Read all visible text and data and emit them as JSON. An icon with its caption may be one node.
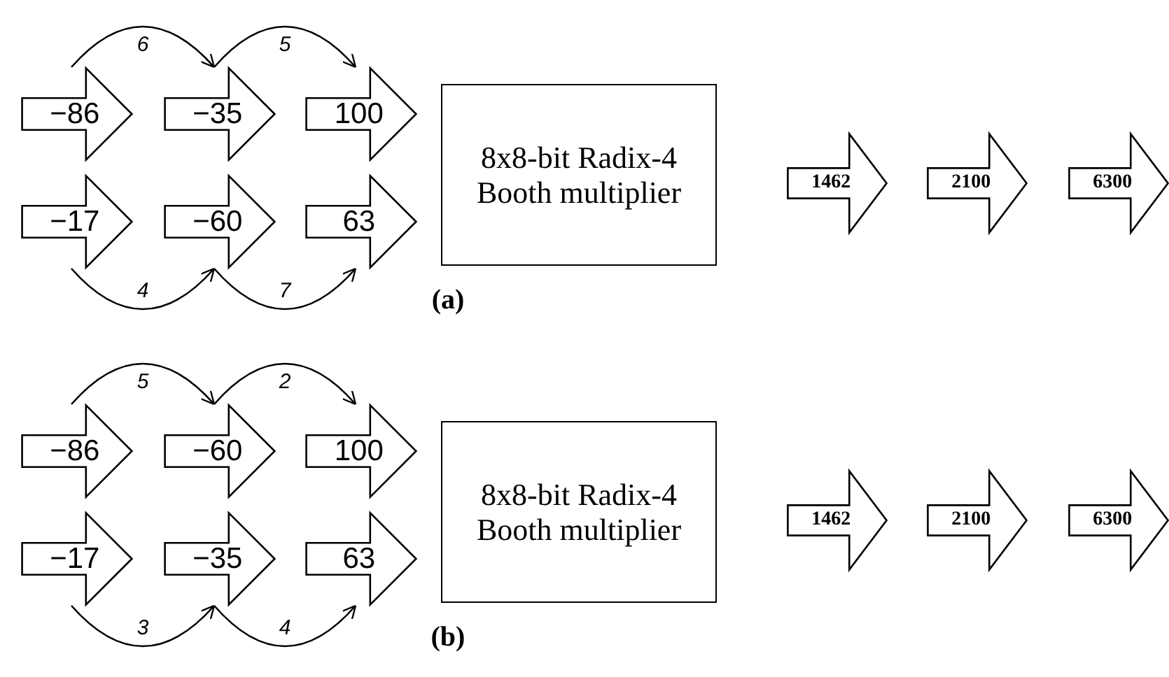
{
  "diagram": {
    "nodes": [
      {
        "text": [
          "−86"
        ]
      },
      {
        "text": [
          "−35"
        ]
      },
      {
        "text": [
          "100"
        ]
      },
      {
        "text": [
          "−17"
        ]
      },
      {
        "text": [
          "−60"
        ]
      },
      {
        "text": [
          "63"
        ]
      },
      {
        "text": [
          "8x8-bit Radix-4 Booth multiplier"
        ]
      },
      {
        "text": [
          "1462"
        ]
      },
      {
        "text": [
          "2100"
        ]
      },
      {
        "text": [
          "6300"
        ]
      },
      {
        "text": [
          "−86"
        ]
      },
      {
        "text": [
          "−60"
        ]
      },
      {
        "text": [
          "100"
        ]
      },
      {
        "text": [
          "−17"
        ]
      },
      {
        "text": [
          "−35"
        ]
      },
      {
        "text": [
          "63"
        ]
      },
      {
        "text": [
          "8x8-bit Radix-4 Booth multiplier"
        ]
      },
      {
        "text": [
          "1462"
        ]
      },
      {
        "text": [
          "2100"
        ]
      },
      {
        "text": [
          "6300"
        ]
      }
    ],
    "edges": [
      {
        "from": 0,
        "to": 1,
        "arrow": "to",
        "label": "6"
      },
      {
        "from": 1,
        "to": 2,
        "arrow": "to",
        "label": "5"
      },
      {
        "from": 3,
        "to": 4,
        "arrow": "to",
        "label": "4"
      },
      {
        "from": 4,
        "to": 5,
        "arrow": "to",
        "label": "7"
      },
      {
        "from": 10,
        "to": 11,
        "arrow": "to",
        "label": "5"
      },
      {
        "from": 11,
        "to": 12,
        "arrow": "to",
        "label": "2"
      },
      {
        "from": 13,
        "to": 14,
        "arrow": "to",
        "label": "3"
      },
      {
        "from": 14,
        "to": 15,
        "arrow": "to",
        "label": "4"
      }
    ],
    "labels": [
      "(a)",
      "(b)"
    ]
  }
}
